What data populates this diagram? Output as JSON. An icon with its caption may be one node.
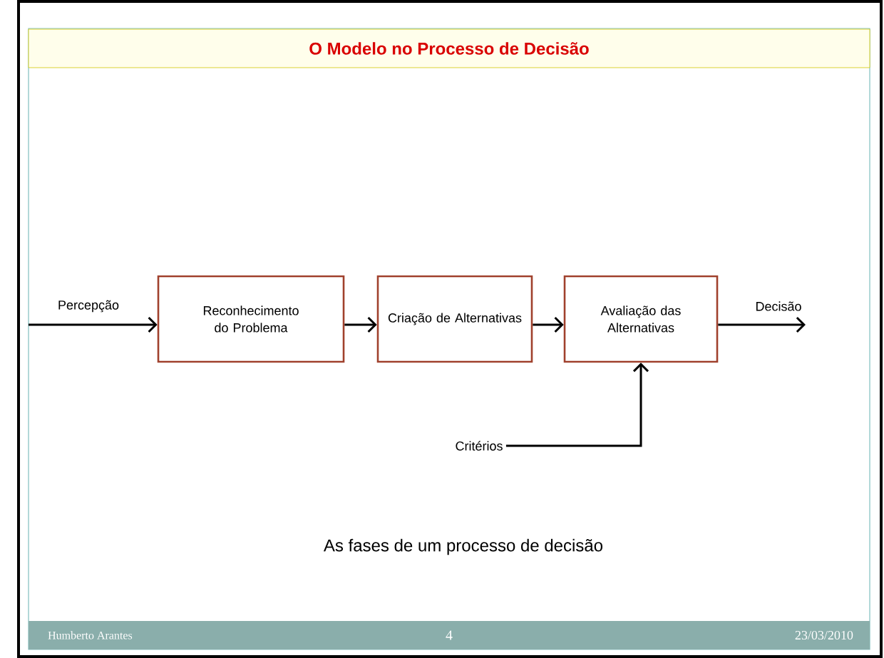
{
  "diagram": {
    "title": "O Modelo no Processo de Decisão",
    "caption": "As fases de um processo de decisão",
    "nodes": [
      {
        "text": [
          "Reconhecimento do Problema"
        ]
      },
      {
        "text": [
          "Criação de Alternativas"
        ]
      },
      {
        "text": [
          "Avaliação das Alternativas"
        ]
      },
      {
        "text": [
          "Critérios"
        ]
      }
    ],
    "edges": [
      {
        "from": null,
        "to": 0,
        "arrow": "to",
        "label": "Percepção"
      },
      {
        "from": 0,
        "to": 1,
        "arrow": "to"
      },
      {
        "from": 1,
        "to": 2,
        "arrow": "to"
      },
      {
        "from": 2,
        "to": null,
        "arrow": "to",
        "label": "Decisão"
      },
      {
        "from": 3,
        "to": 2,
        "arrow": "to"
      }
    ],
    "labels": [
      "Humberto Arantes",
      "4",
      "23/03/2010"
    ]
  }
}
